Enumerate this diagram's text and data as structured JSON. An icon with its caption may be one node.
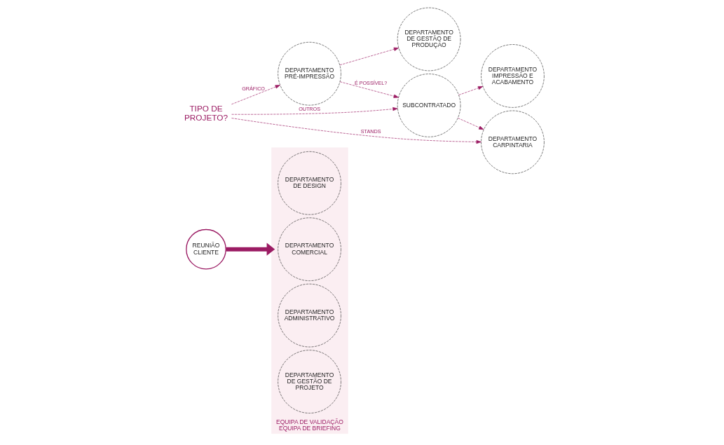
{
  "diagram": {
    "nodes": [
      {
        "text": [
          "REUNIÃO CLIENTE"
        ]
      },
      {
        "text": [
          "EQUIPA DE VALIDAÇÃO",
          "EQUIPA DE BRIEFING"
        ]
      },
      {
        "text": [
          "DEPARTAMENTO DE DESIGN"
        ],
        "in": 1
      },
      {
        "text": [
          "DEPARTAMENTO COMERCIAL"
        ],
        "in": 1
      },
      {
        "text": [
          "DEPARTAMENTO ADMINISTRATIVO"
        ],
        "in": 1
      },
      {
        "text": [
          "DEPARTAMENTO DE GESTÃO DE PROJETO"
        ],
        "in": 1
      },
      {
        "text": [
          "DEPARTAMENTO PRÉ-IMPRESSÃO"
        ]
      },
      {
        "text": [
          "TIPO DE PROJETO?"
        ]
      },
      {
        "text": [
          "DEPARTAMENTO DE GESTÃO DE PRODUÇÃO"
        ]
      },
      {
        "text": [
          "DEPARTAMENTO IMPRESSÃO E ACABAMENTO"
        ]
      },
      {
        "text": [
          "SUBCONTRATADO"
        ]
      },
      {
        "text": [
          "DEPARTAMENTO CARPINTARIA"
        ]
      }
    ],
    "edges": [
      {
        "from": 0,
        "to": 1,
        "arrow": "to",
        "style": "thick"
      },
      {
        "from": 7,
        "to": 6,
        "arrow": "to",
        "label": "GRÁFICO",
        "style": "dashed"
      },
      {
        "from": 7,
        "to": 10,
        "arrow": "to",
        "label": "OUTROS",
        "style": "dashed"
      },
      {
        "from": 7,
        "to": 11,
        "arrow": "to",
        "label": "STANDS",
        "style": "dashed"
      },
      {
        "from": 6,
        "to": 10,
        "arrow": "to",
        "label": "É POSSÍVEL?",
        "style": "dashed"
      },
      {
        "from": 6,
        "to": 8,
        "arrow": "to",
        "style": "dashed"
      },
      {
        "from": 10,
        "to": 9,
        "arrow": "to",
        "style": "dashed"
      },
      {
        "from": 10,
        "to": 11,
        "arrow": "to",
        "style": "dashed"
      }
    ]
  }
}
